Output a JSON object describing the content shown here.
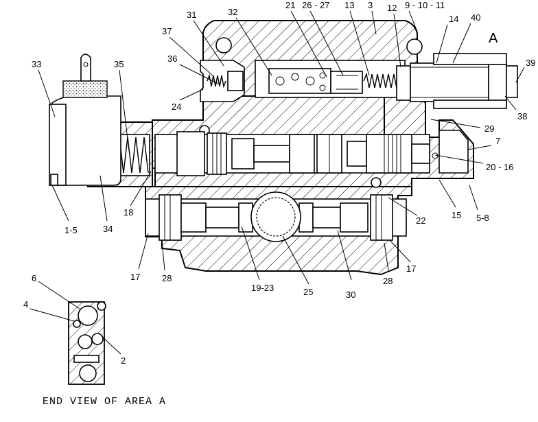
{
  "area_marker": "A",
  "caption": "END VIEW OF AREA A",
  "callouts": [
    {
      "id": "c33",
      "text": "33"
    },
    {
      "id": "c35",
      "text": "35"
    },
    {
      "id": "c37",
      "text": "37"
    },
    {
      "id": "c31",
      "text": "31"
    },
    {
      "id": "c32",
      "text": "32"
    },
    {
      "id": "c36",
      "text": "36"
    },
    {
      "id": "c24",
      "text": "24"
    },
    {
      "id": "c21",
      "text": "21"
    },
    {
      "id": "c2627",
      "text": "26 - 27"
    },
    {
      "id": "c13",
      "text": "13"
    },
    {
      "id": "c3",
      "text": "3"
    },
    {
      "id": "c12",
      "text": "12"
    },
    {
      "id": "c91011",
      "text": "9 - 10 - 11"
    },
    {
      "id": "c14",
      "text": "14"
    },
    {
      "id": "c40",
      "text": "40"
    },
    {
      "id": "c39",
      "text": "39"
    },
    {
      "id": "c38",
      "text": "38"
    },
    {
      "id": "c29",
      "text": "29"
    },
    {
      "id": "c7",
      "text": "7"
    },
    {
      "id": "c2016",
      "text": "20 - 16"
    },
    {
      "id": "c15",
      "text": "15"
    },
    {
      "id": "c58",
      "text": "5-8"
    },
    {
      "id": "c22",
      "text": "22"
    },
    {
      "id": "c17r",
      "text": "17"
    },
    {
      "id": "c28r",
      "text": "28"
    },
    {
      "id": "c30",
      "text": "30"
    },
    {
      "id": "c25",
      "text": "25"
    },
    {
      "id": "c1923",
      "text": "19-23"
    },
    {
      "id": "c28l",
      "text": "28"
    },
    {
      "id": "c17l",
      "text": "17"
    },
    {
      "id": "c18",
      "text": "18"
    },
    {
      "id": "c34",
      "text": "34"
    },
    {
      "id": "c15l",
      "text": "1-5"
    },
    {
      "id": "c6",
      "text": "6"
    },
    {
      "id": "c4",
      "text": "4"
    },
    {
      "id": "c2",
      "text": "2"
    }
  ]
}
